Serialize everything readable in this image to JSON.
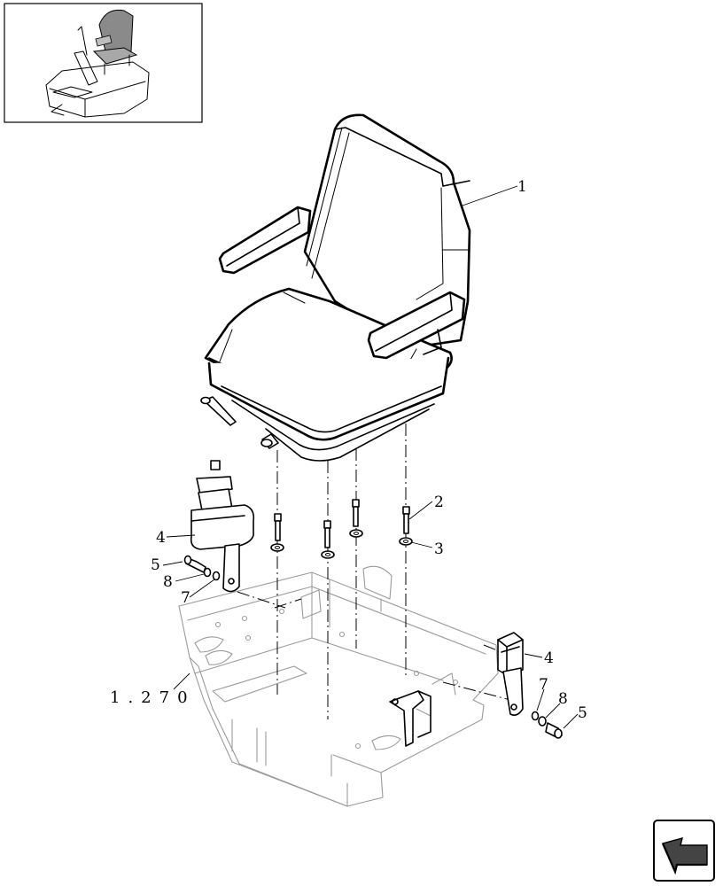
{
  "callouts": [
    {
      "id": "seat",
      "text": "1"
    },
    {
      "id": "bolt",
      "text": "2"
    },
    {
      "id": "washer",
      "text": "3"
    },
    {
      "id": "belt_left",
      "text": "4"
    },
    {
      "id": "belt_right",
      "text": "4"
    },
    {
      "id": "screw_left",
      "text": "5"
    },
    {
      "id": "screw_right",
      "text": "5"
    },
    {
      "id": "lockwasher_left",
      "text": "7"
    },
    {
      "id": "lockwasher_right",
      "text": "7"
    },
    {
      "id": "washer_left",
      "text": "8"
    },
    {
      "id": "washer_right",
      "text": "8"
    }
  ],
  "reference": {
    "text": "1.270"
  },
  "icons": {
    "thumbnail": "operator-cab-locator-icon",
    "nav": "next-page-arrow-icon"
  }
}
